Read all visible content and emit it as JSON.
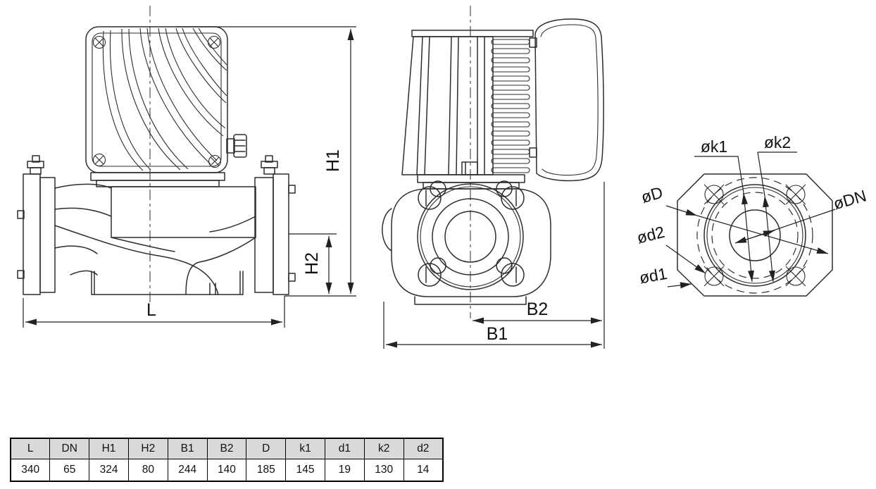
{
  "drawing": {
    "title": "pump-dimension-drawing",
    "line_color": "#2d2d2d",
    "views": {
      "front": {
        "dims": {
          "h1": "H1",
          "h2": "H2",
          "l": "L"
        }
      },
      "side": {
        "dims": {
          "b1": "B1",
          "b2": "B2"
        }
      },
      "flange": {
        "dims": {
          "k1": "øk1",
          "k2": "øk2",
          "d": "øD",
          "dn": "øDN",
          "d2": "ød2",
          "d1": "ød1"
        }
      }
    }
  },
  "table": {
    "header_bg": "#d9d9d9",
    "headers": [
      "L",
      "DN",
      "H1",
      "H2",
      "B1",
      "B2",
      "D",
      "k1",
      "d1",
      "k2",
      "d2"
    ],
    "values": [
      "340",
      "65",
      "324",
      "80",
      "244",
      "140",
      "185",
      "145",
      "19",
      "130",
      "14"
    ]
  }
}
